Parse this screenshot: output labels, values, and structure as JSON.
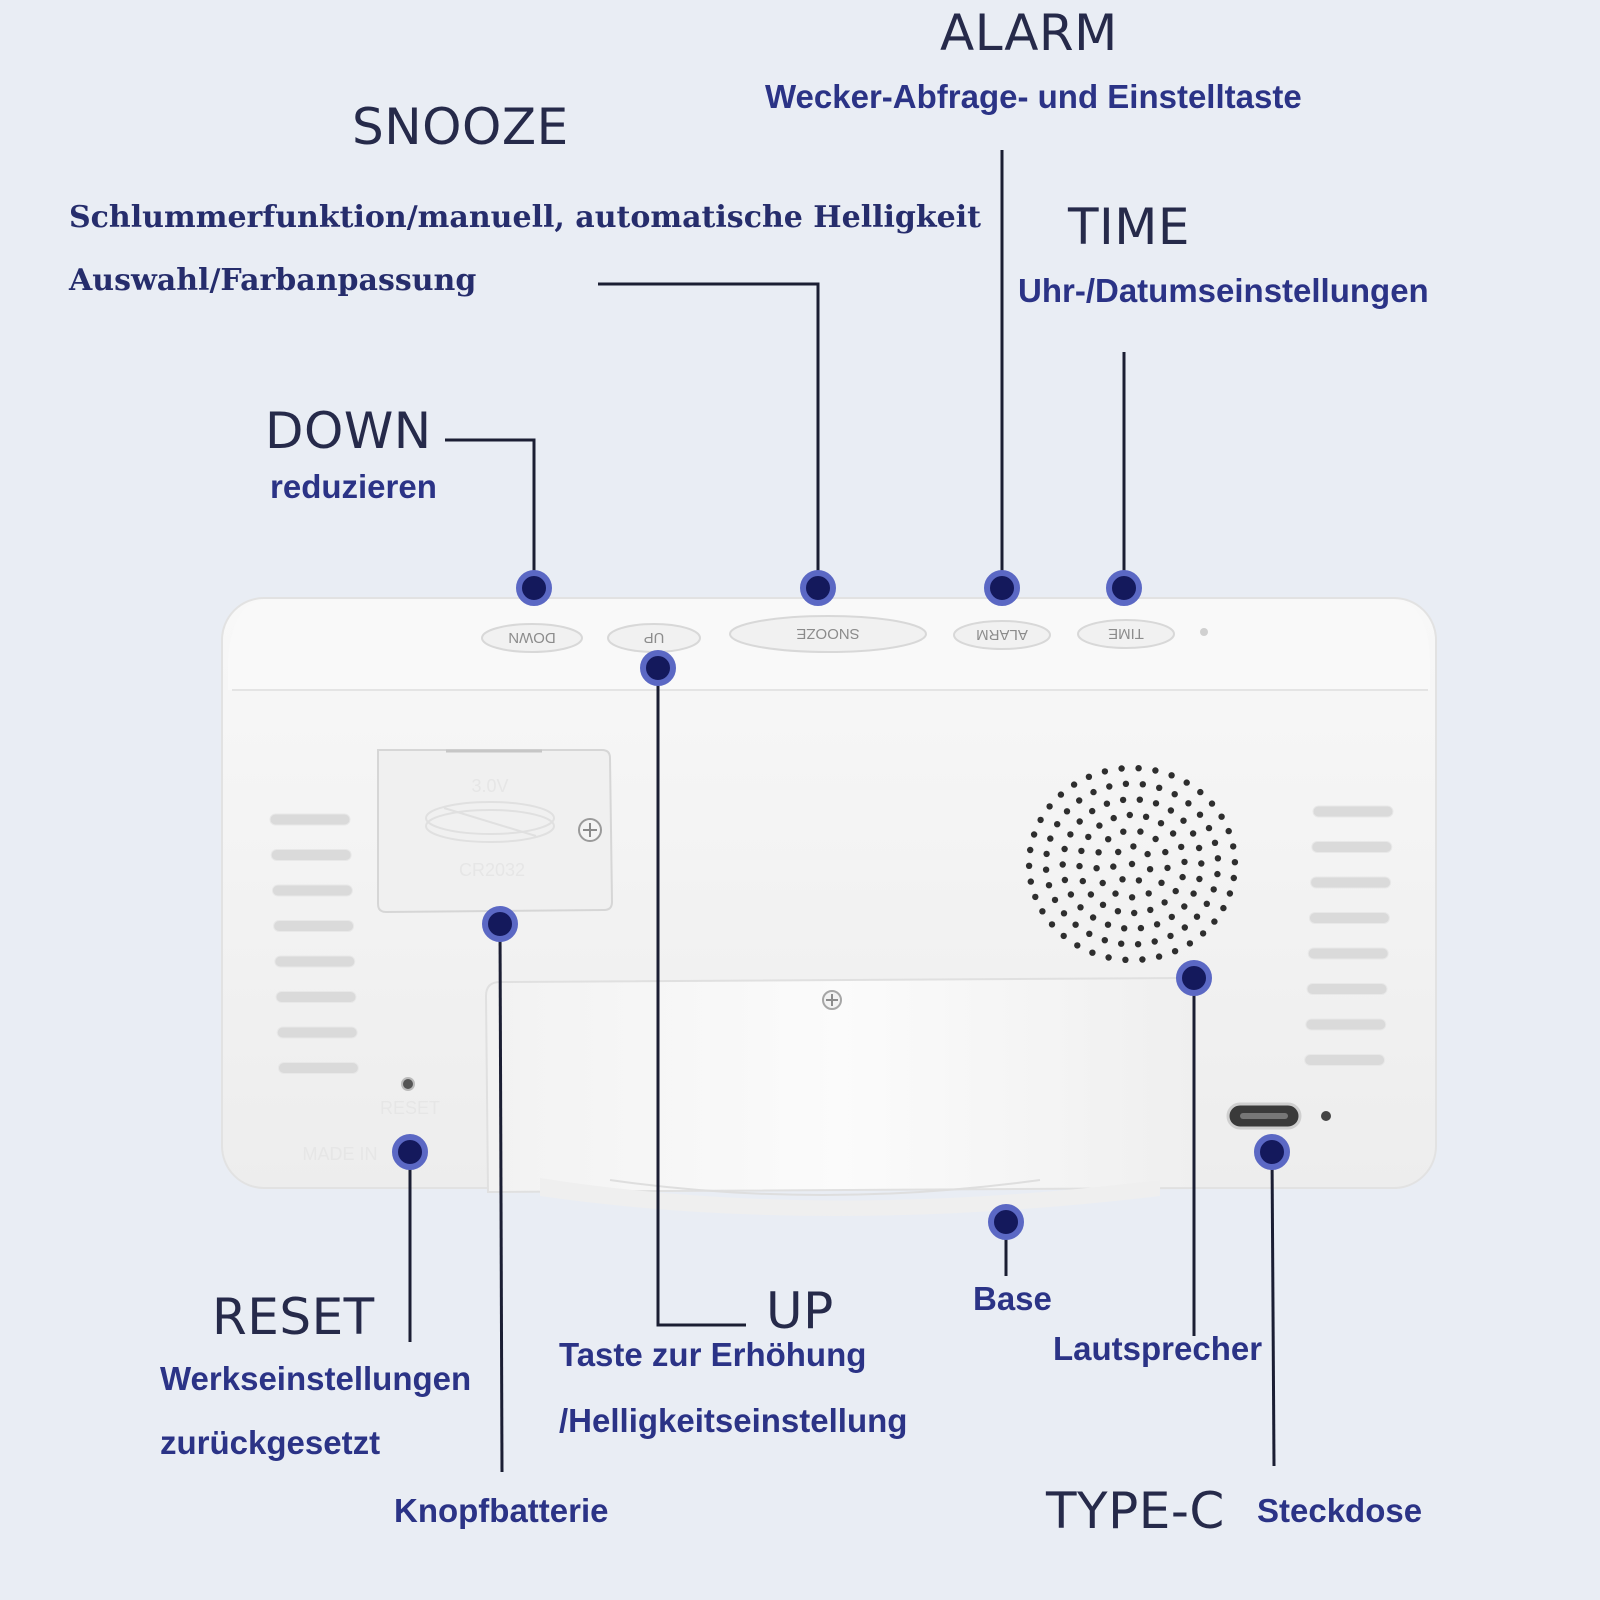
{
  "device": {
    "buttons": [
      "DOWN",
      "UP",
      "SNOOZE",
      "ALARM",
      "TIME"
    ],
    "battery_voltage": "3.0V",
    "battery_model": "CR2032",
    "reset_mark": "RESET",
    "made_in": "MADE IN"
  },
  "callouts": {
    "alarm": {
      "title": "ALARM",
      "desc": "Wecker-Abfrage- und Einstelltaste"
    },
    "snooze": {
      "title": "SNOOZE",
      "desc_line1": "Schlummerfunktion/manuell, automatische Helligkeit",
      "desc_line2": "Auswahl/Farbanpassung"
    },
    "time": {
      "title": "TIME",
      "desc": "Uhr-/Datumseinstellungen"
    },
    "down": {
      "title": "DOWN",
      "desc": "reduzieren"
    },
    "reset": {
      "title": "RESET",
      "desc_line1": "Werkseinstellungen",
      "desc_line2": "zurückgesetzt"
    },
    "up": {
      "title": "UP",
      "desc_line1": "Taste zur Erhöhung",
      "desc_line2": "/Helligkeitseinstellung"
    },
    "base": {
      "desc": "Base"
    },
    "speaker": {
      "desc": "Lautsprecher"
    },
    "battery": {
      "desc": "Knopfbatterie"
    },
    "typec": {
      "title": "TYPE-C",
      "desc": "Steckdose"
    }
  },
  "colors": {
    "background": "#e9edf4",
    "device_body": "#f6f6f6",
    "leader_line": "#1b1e33",
    "dot_fill": "#14195c",
    "dot_ring": "#5b68c4",
    "title_text": "#262a4a",
    "desc_text": "#2b3386"
  }
}
